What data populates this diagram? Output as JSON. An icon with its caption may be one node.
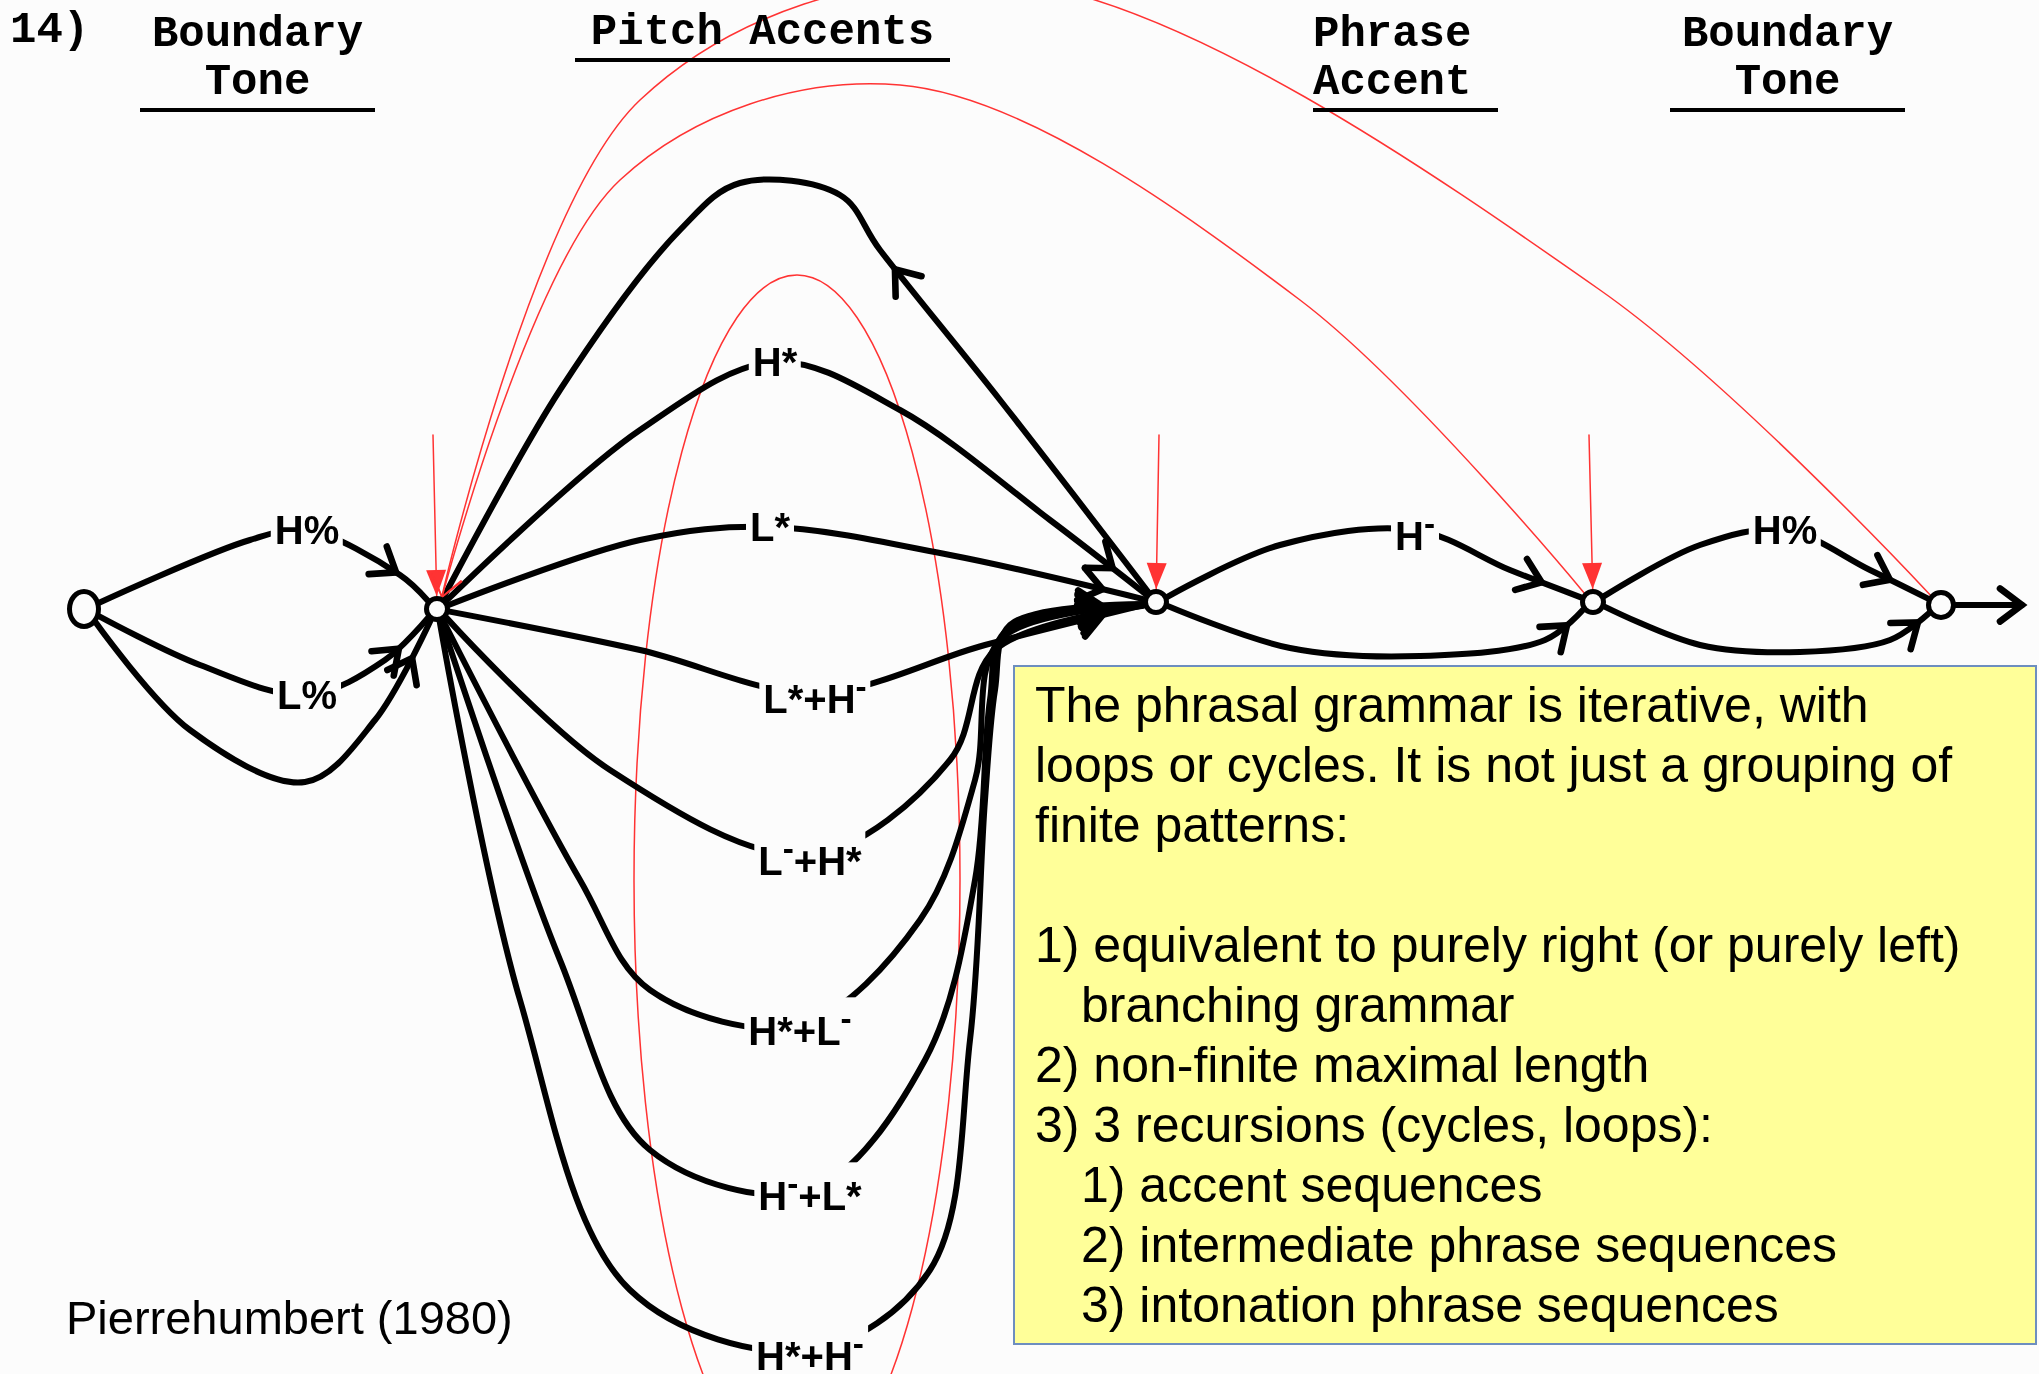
{
  "diagram": {
    "nodes": [
      {
        "text": [],
        "shape": "circle"
      },
      {
        "text": [],
        "shape": "circle"
      },
      {
        "text": [],
        "shape": "circle"
      },
      {
        "text": [],
        "shape": "circle"
      },
      {
        "text": [],
        "shape": "circle"
      },
      {
        "text": [
          "The phrasal grammar is iterative, with loops or cycles. It is not just a grouping of finite patterns:",
          "1) equivalent to purely right (or purely left) branching grammar",
          "2) non-finite maximal length",
          "3) 3 recursions (cycles, loops):",
          "1) accent sequences",
          "2) intermediate phrase sequences",
          "3) intonation phrase sequences"
        ]
      }
    ],
    "edges": [
      {
        "from": 0,
        "to": 1,
        "arrow": "to",
        "label": "H%"
      },
      {
        "from": 0,
        "to": 1,
        "arrow": "to",
        "label": "L%"
      },
      {
        "from": 0,
        "to": 1,
        "arrow": "to"
      },
      {
        "from": 1,
        "to": 2,
        "arrow": "to",
        "label": "H*"
      },
      {
        "from": 1,
        "to": 2,
        "arrow": "to",
        "label": "L*"
      },
      {
        "from": 1,
        "to": 2,
        "arrow": "to",
        "label": "L*+H$^{-}$"
      },
      {
        "from": 1,
        "to": 2,
        "arrow": "to",
        "label": "L$^{-}$+H*"
      },
      {
        "from": 1,
        "to": 2,
        "arrow": "to",
        "label": "H*+L$^{-}$"
      },
      {
        "from": 1,
        "to": 2,
        "arrow": "to",
        "label": "H$^{-}$+L*"
      },
      {
        "from": 1,
        "to": 2,
        "arrow": "to",
        "label": "H*+H$^{-}$"
      },
      {
        "from": 2,
        "to": 1,
        "arrow": "to"
      },
      {
        "from": 2,
        "to": 3,
        "arrow": "to",
        "label": "H$^{-}$"
      },
      {
        "from": 2,
        "to": 3,
        "arrow": "to"
      },
      {
        "from": 3,
        "to": 4,
        "arrow": "to",
        "label": "H%"
      },
      {
        "from": 3,
        "to": 4,
        "arrow": "to"
      },
      {
        "from": 4,
        "to": null,
        "arrow": "to"
      },
      {
        "from": null,
        "to": 1,
        "arrow": "to",
        "color": "#ff3333"
      },
      {
        "from": null,
        "to": 2,
        "arrow": "to",
        "color": "#ff3333"
      },
      {
        "from": null,
        "to": 3,
        "arrow": "to",
        "color": "#ff3333"
      },
      {
        "from": 3,
        "to": 1,
        "arrow": "to",
        "color": "#ff3333"
      },
      {
        "from": 4,
        "to": 1,
        "arrow": "to",
        "color": "#ff3333"
      }
    ],
    "labels": [
      "14)",
      "Boundary Tone",
      "Pitch Accents",
      "Phrase Accent",
      "Boundary Tone",
      "Pierrehumbert (1980)"
    ]
  }
}
